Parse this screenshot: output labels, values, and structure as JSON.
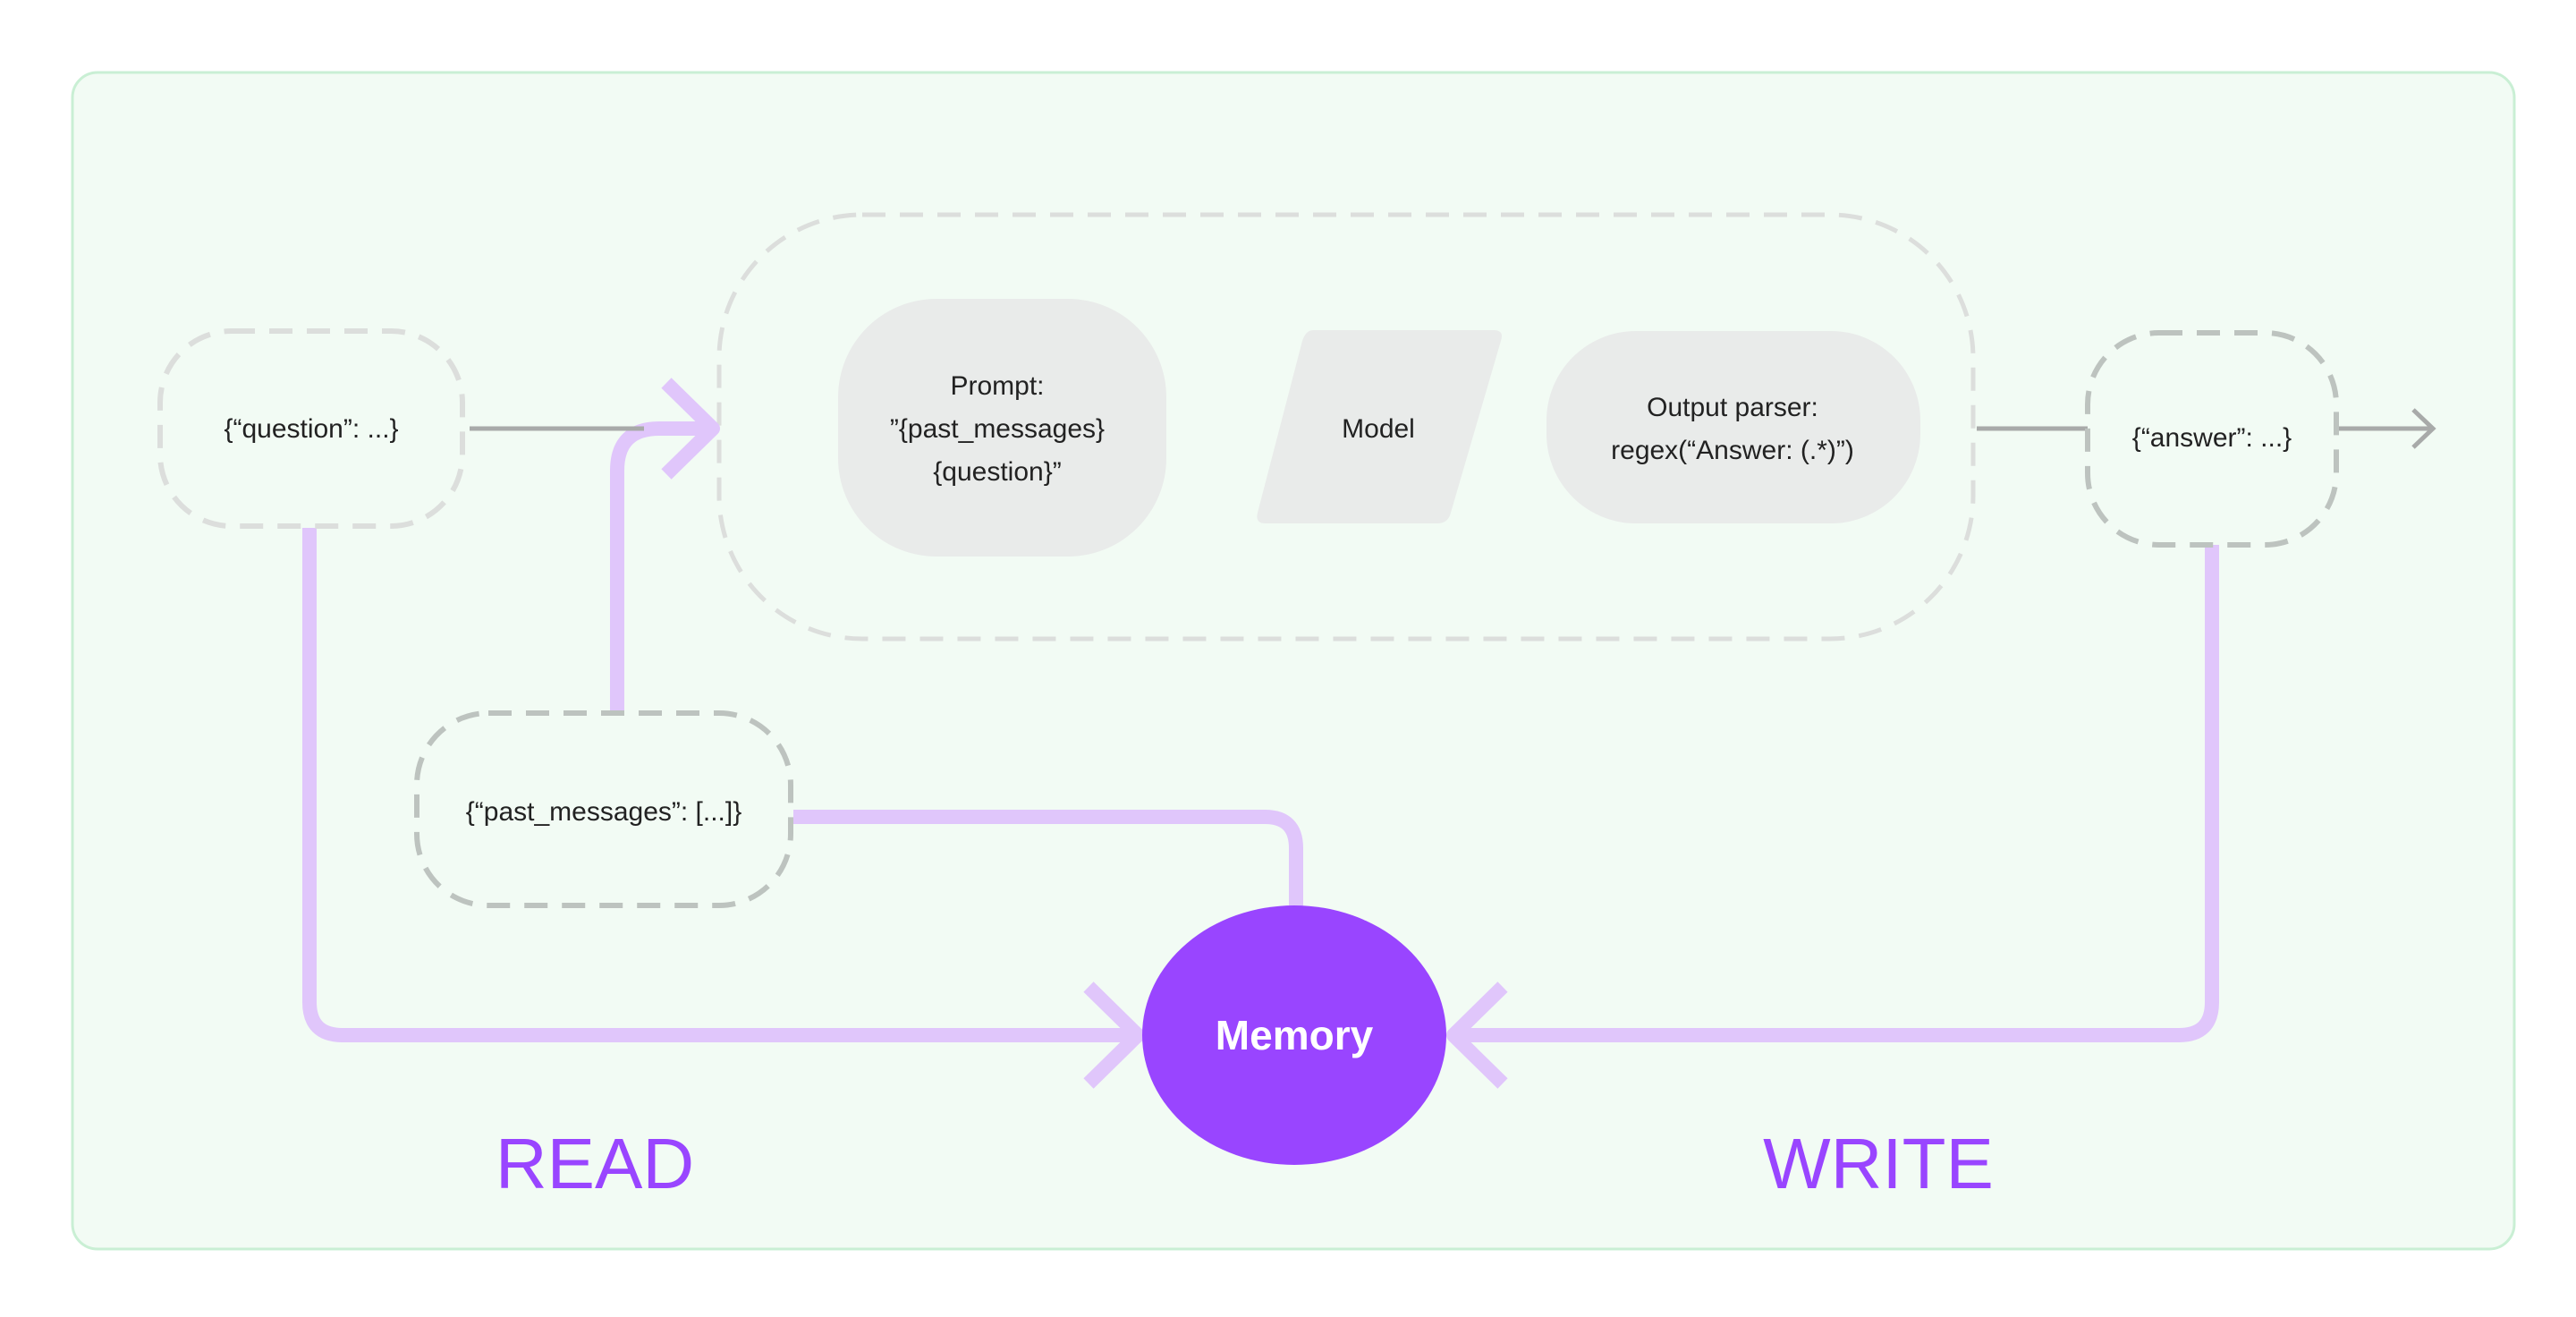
{
  "colors": {
    "background_panel": "#f2fbf4",
    "panel_border": "#c9efd4",
    "dashed_light": "#dcdedc",
    "dashed_dark": "#bdc3bf",
    "node_fill": "#e9ebea",
    "gray_arrow": "#a8aaa9",
    "purple_line": "#e0c6fb",
    "memory_fill": "#9945ff",
    "accent_text": "#9945ff"
  },
  "nodes": {
    "question": "{“question”: ...}",
    "past_messages": "{“past_messages”: [...]}",
    "answer": "{“answer”: ...}",
    "prompt": {
      "line1": "Prompt:",
      "line2": "”{past_messages}",
      "line3": "{question}”"
    },
    "model": "Model",
    "output_parser": {
      "line1": "Output parser:",
      "line2": "regex(“Answer: (.*)”)"
    },
    "memory": "Memory"
  },
  "sections": {
    "read": "READ",
    "write": "WRITE"
  }
}
